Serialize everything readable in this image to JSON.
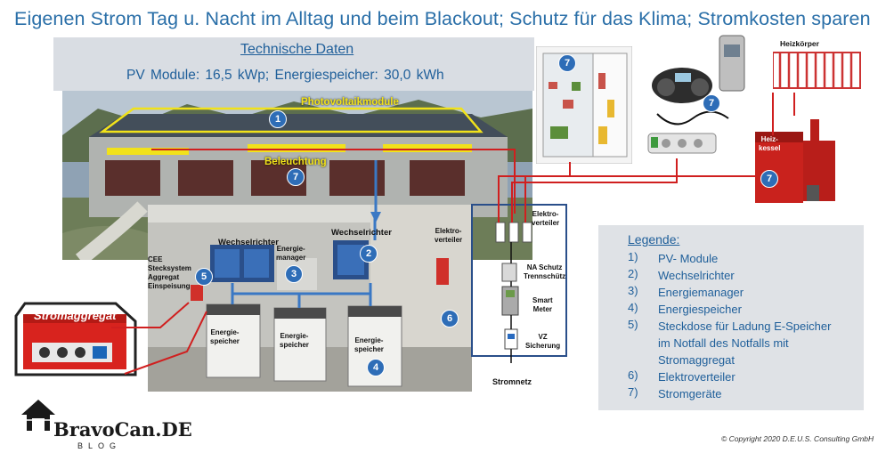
{
  "title": "Eigenen Strom Tag u. Nacht im Alltag und beim Blackout; Schutz für das Klima; Stromkosten sparen",
  "tech": {
    "heading": "Technische Daten",
    "line": "PV Module: 16,5 kWp;    Energiespeicher:  30,0 kWh"
  },
  "labels": {
    "pv": "Photovoltaikmodule",
    "light": "Beleuchtung",
    "inverter1": "Wechselrichter",
    "inverter2": "Wechselrichter",
    "manager": "Energie-\nmanager",
    "cee": "CEE\nStecksystem\nAggregat\nEinspeisung",
    "generator": "Stromaggregat",
    "storage1": "Energie-\nspeicher",
    "storage2": "Energie-\nspeicher",
    "storage3": "Energie-\nspeicher",
    "distributor_left": "Elektro-\nverteiler",
    "distributor_right": "Elektro-\nverteiler",
    "na": "NA Schutz\nTrennschütz",
    "meter": "Smart\nMeter",
    "fuse": "VZ\nSicherung",
    "grid": "Stromnetz",
    "heater": "Heizkörper",
    "boiler": "Heiz-\nkessel"
  },
  "legend": {
    "heading": "Legende:",
    "items": [
      {
        "n": "1)",
        "t": "PV- Module"
      },
      {
        "n": "2)",
        "t": "Wechselrichter"
      },
      {
        "n": "3)",
        "t": "Energiemanager"
      },
      {
        "n": "4)",
        "t": "Energiespeicher"
      },
      {
        "n": "5)",
        "t": "Steckdose für Ladung E-Speicher im Notfall des Notfalls mit Stromaggregat"
      },
      {
        "n": "6)",
        "t": "Elektroverteiler"
      },
      {
        "n": "7)",
        "t": "Stromgeräte"
      }
    ]
  },
  "markers": [
    "1",
    "2",
    "3",
    "4",
    "5",
    "6",
    "7"
  ],
  "copyright": "© Copyright 2020 D.E.U.S. Consulting GmbH",
  "logo": {
    "name": "BravoCan.DE",
    "sub": "BLOG"
  },
  "colors": {
    "title": "#2a6fa8",
    "marker": "#2e6db7",
    "wire_red": "#d01f1f",
    "wire_blue": "#3a78c4",
    "highlight": "#f1e21a"
  }
}
